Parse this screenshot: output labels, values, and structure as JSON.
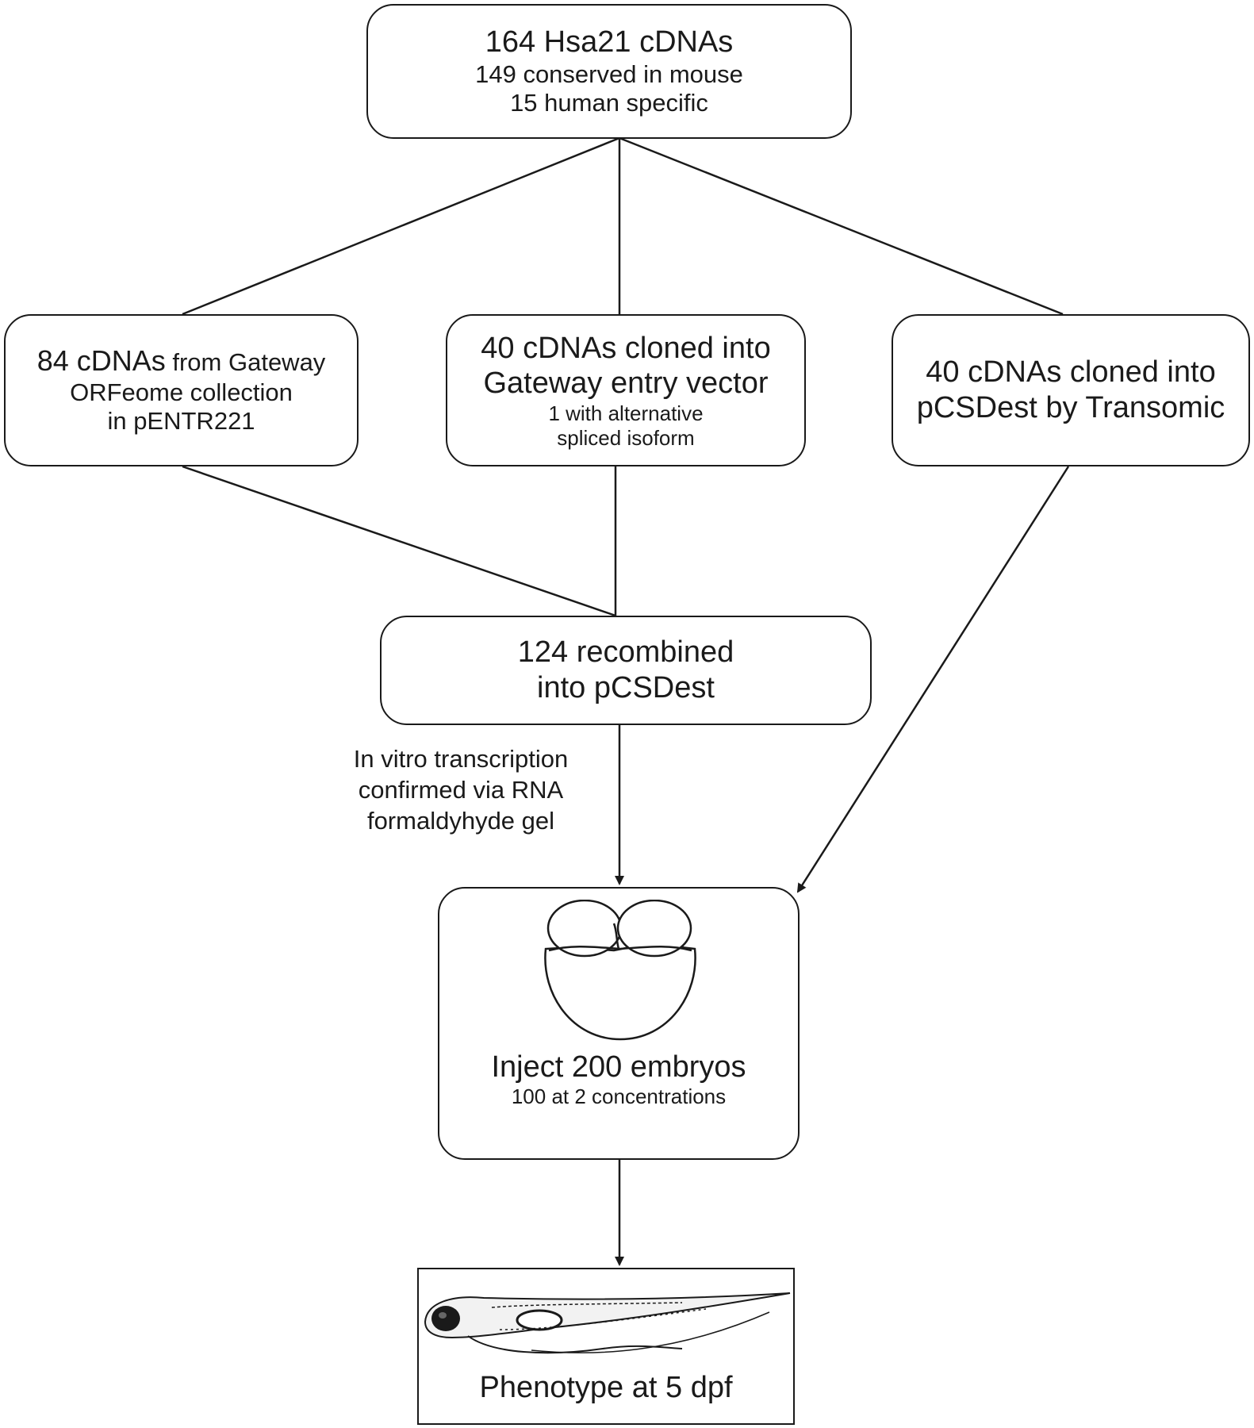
{
  "top_box": {
    "title": "164 Hsa21 cDNAs",
    "line2": "149 conserved in mouse",
    "line3": "15 human specific"
  },
  "left_box": {
    "line1_main": "84 cDNAs",
    "line1_rest": " from Gateway",
    "line2": "ORFeome collection",
    "line3": "in pENTR221"
  },
  "middle_box": {
    "line1": "40 cDNAs cloned into",
    "line2": "Gateway entry vector",
    "note1": "1 with alternative",
    "note2": "spliced isoform"
  },
  "right_box": {
    "line1": "40 cDNAs cloned into",
    "line2": "pCSDest by Transomic"
  },
  "recombined_box": {
    "line1": "124 recombined",
    "line2": "into pCSDest"
  },
  "transcription_note": {
    "line1": "In vitro transcription",
    "line2": "confirmed via RNA",
    "line3": "formaldyhyde gel"
  },
  "inject_box": {
    "title": "Inject 200 embryos",
    "subtitle": "100 at 2 concentrations"
  },
  "phenotype_box": {
    "label": "Phenotype at 5 dpf"
  },
  "colors": {
    "stroke": "#1a1a1a",
    "background": "#ffffff"
  }
}
